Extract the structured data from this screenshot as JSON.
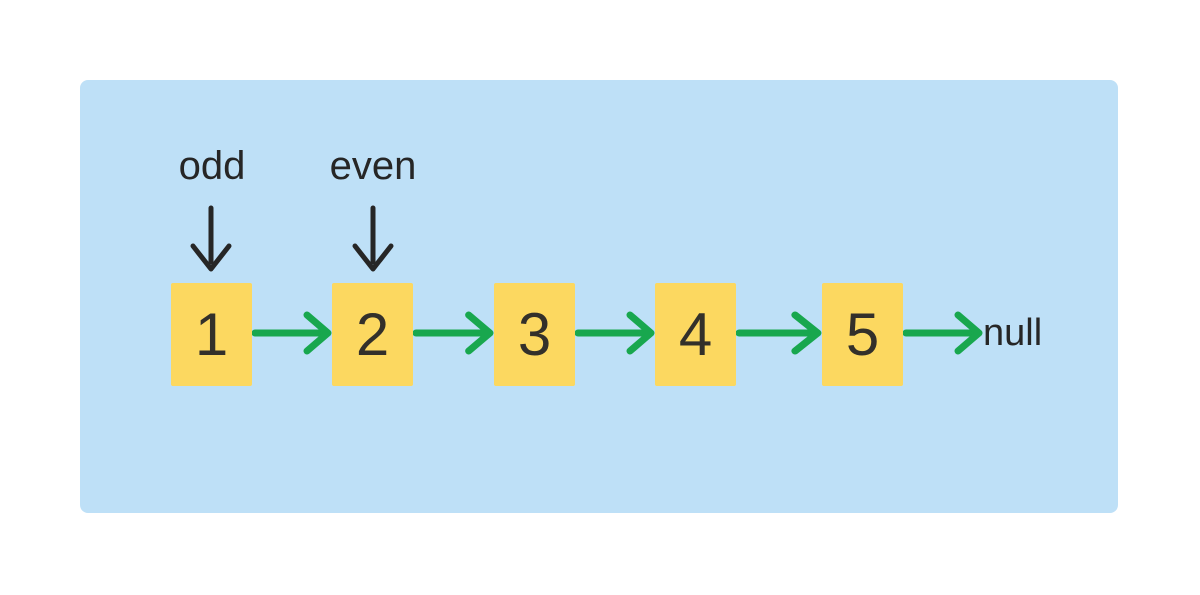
{
  "diagram": {
    "title_semantics": "singly linked list with odd and even head pointers",
    "pointers": [
      {
        "label": "odd",
        "points_to_node": "1"
      },
      {
        "label": "even",
        "points_to_node": "2"
      }
    ],
    "list": {
      "nodes": [
        "1",
        "2",
        "3",
        "4",
        "5"
      ],
      "terminator": "null"
    },
    "colors": {
      "panel_background": "#BEE0F7",
      "node_fill": "#FCD860",
      "arrow_green": "#18A74E",
      "pointer_arrow_black": "#262626",
      "text_dark": "#262626",
      "digit_color": "#33302A"
    }
  }
}
